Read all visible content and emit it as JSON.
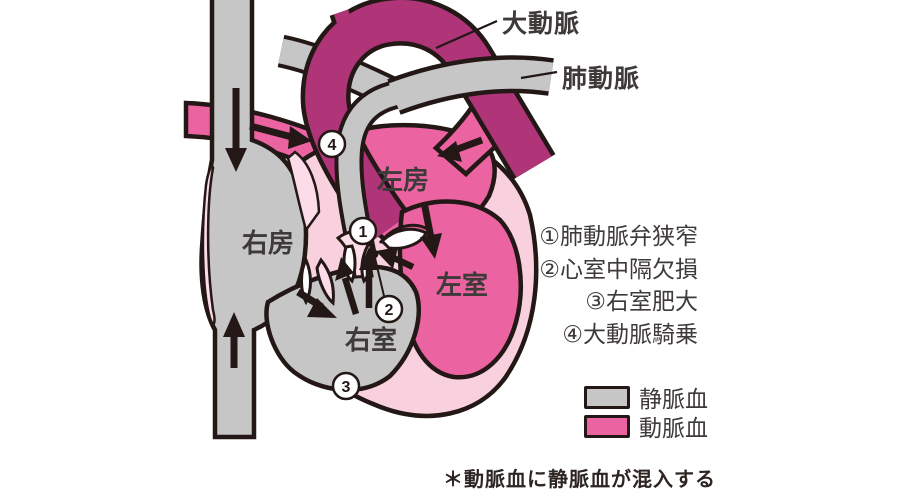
{
  "vessel_labels": {
    "aorta": "大動脈",
    "pulmonary_artery": "肺動脈"
  },
  "chamber_labels": {
    "right_atrium": "右房",
    "left_atrium": "左房",
    "right_ventricle": "右室",
    "left_ventricle": "左室"
  },
  "diagram_markers": {
    "m1": "1",
    "m2": "2",
    "m3": "3",
    "m4": "4"
  },
  "features": {
    "line1": "①肺動脈弁狭窄",
    "line2": "②心室中隔欠損",
    "line3": "③右室肥大",
    "line4": "④大動脈騎乗"
  },
  "legend": {
    "venous_label": "静脈血",
    "arterial_label": "動脈血",
    "venous_color": "#c6c6c7",
    "arterial_color": "#ec63a2"
  },
  "footnote": "＊動脈血に静脈血が混入する",
  "colors": {
    "aorta_mixed_blood": "#b03478",
    "heart_wall": "#f9d0de",
    "outline": "#231815"
  }
}
